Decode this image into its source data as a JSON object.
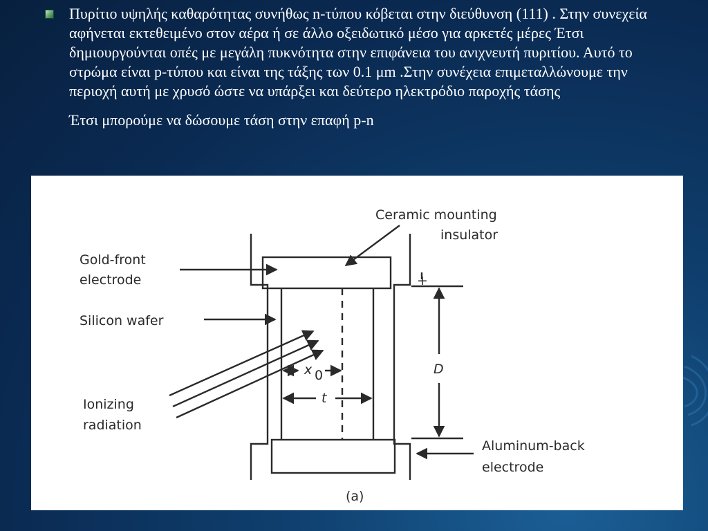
{
  "slide": {
    "bullet_text": "Πυρίτιο υψηλής  καθαρότητας συνήθως n-τύπου κόβεται στην διεύθυνση (111) . Στην συνεχεία αφήνεται εκτεθειμένο στον αέρα ή σε άλλο οξειδωτικό μέσο για αρκετές μέρες Έτσι δημιουργούνται οπές με μεγάλη πυκνότητα στην επιφάνεια του ανιχνευτή πυριτίου. Αυτό το στρώμα είναι p-τύπου και είναι της τάξης των 0.1 μm .Στην συνέχεια επιμεταλλώνουμε την περιοχή αυτή με χρυσό ώστε να υπάρξει και δεύτερο ηλεκτρόδιο παροχής τάσης",
    "second_paragraph": "Έτσι μπορούμε να δώσουμε τάση στην επαφή p-n"
  },
  "figure": {
    "label_ceramic_line1": "Ceramic mounting",
    "label_ceramic_line2": "insulator",
    "label_gold_line1": "Gold-front",
    "label_gold_line2": "electrode",
    "label_silicon": "Silicon wafer",
    "label_ionizing_line1": "Ionizing",
    "label_ionizing_line2": "radiation",
    "label_aluminum_line1": "Aluminum-back",
    "label_aluminum_line2": "electrode",
    "label_plus": "+",
    "label_D": "D",
    "label_x": "x",
    "label_x_sub": "0",
    "label_t": "t",
    "caption": "(a)"
  }
}
